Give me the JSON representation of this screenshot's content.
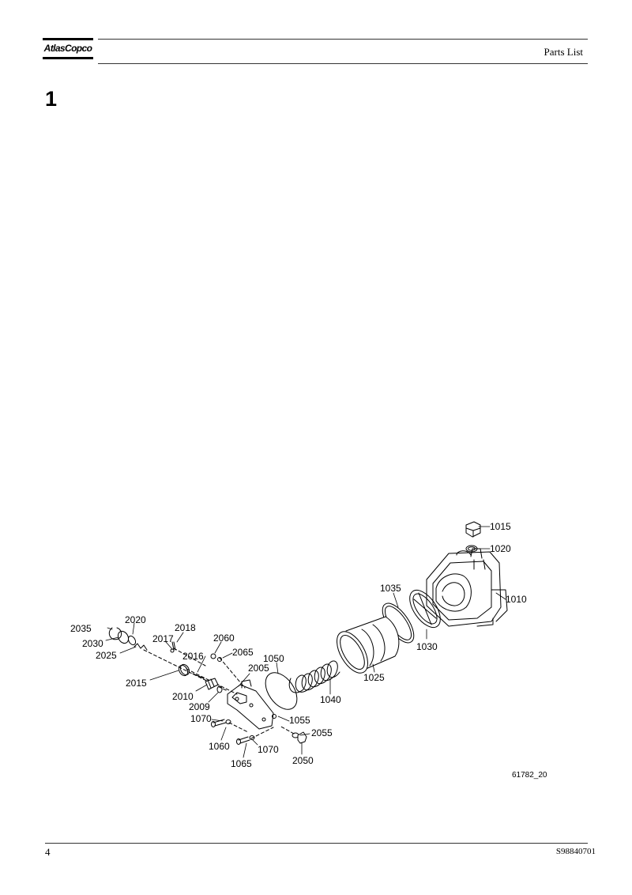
{
  "header": {
    "brand": "AtlasCopco",
    "title": "Parts List"
  },
  "section": {
    "number": "1"
  },
  "figure": {
    "id": "61782_20",
    "labels": [
      {
        "text": "1015"
      },
      {
        "text": "1020"
      },
      {
        "text": "1010"
      },
      {
        "text": "1035"
      },
      {
        "text": "1030"
      },
      {
        "text": "1025"
      },
      {
        "text": "1050"
      },
      {
        "text": "1040"
      },
      {
        "text": "1055"
      },
      {
        "text": "2055"
      },
      {
        "text": "2050"
      },
      {
        "text": "2035"
      },
      {
        "text": "2020"
      },
      {
        "text": "2030"
      },
      {
        "text": "2025"
      },
      {
        "text": "2017"
      },
      {
        "text": "2018"
      },
      {
        "text": "2060"
      },
      {
        "text": "2065"
      },
      {
        "text": "2016"
      },
      {
        "text": "2005"
      },
      {
        "text": "2015"
      },
      {
        "text": "2010"
      },
      {
        "text": "2009"
      },
      {
        "text": "1070"
      },
      {
        "text": "1060"
      },
      {
        "text": "1070"
      },
      {
        "text": "1065"
      }
    ]
  },
  "footer": {
    "page": "4",
    "doc_code": "S98840701"
  }
}
